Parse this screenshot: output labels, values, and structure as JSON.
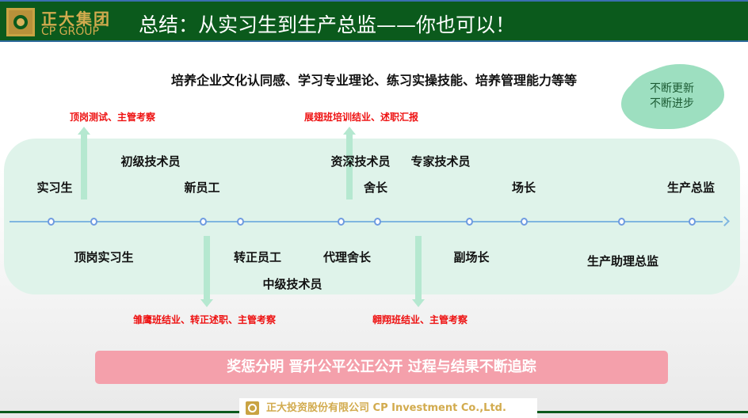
{
  "header": {
    "logo_cn": "正大集团",
    "logo_en": "CP GROUP",
    "title": "总结：从实习生到生产总监——你也可以！"
  },
  "subtitle": "培养企业文化认同感、学习专业理论、练习实操技能、培养管理能力等等",
  "cloud": [
    "不断更新",
    "不断进步"
  ],
  "upper_labels": [
    "实习生",
    "初级技术员",
    "新员工",
    "资深技术员",
    "专家技术员",
    "舍长",
    "场长",
    "生产总监"
  ],
  "lower_labels": [
    "顶岗实习生",
    "转正员工",
    "代理舍长",
    "中级技术员",
    "副场长",
    "生产助理总监"
  ],
  "milestones": [
    "顶岗测试、主管考察",
    "展翅班培训结业、述职汇报",
    "雏鹰班结业、转正述职、主管考察",
    "翱翔班结业、主管考察"
  ],
  "banner": "奖惩分明  晋升公平公正公开  过程与结果不断追踪",
  "footer": "正大投资股份有限公司 CP Investment Co.,Ltd.",
  "colors": {
    "header": "#0b5a1c",
    "panel": "#dff3ea",
    "banner": "#f4a0ab",
    "milestone": "#ee1111"
  }
}
